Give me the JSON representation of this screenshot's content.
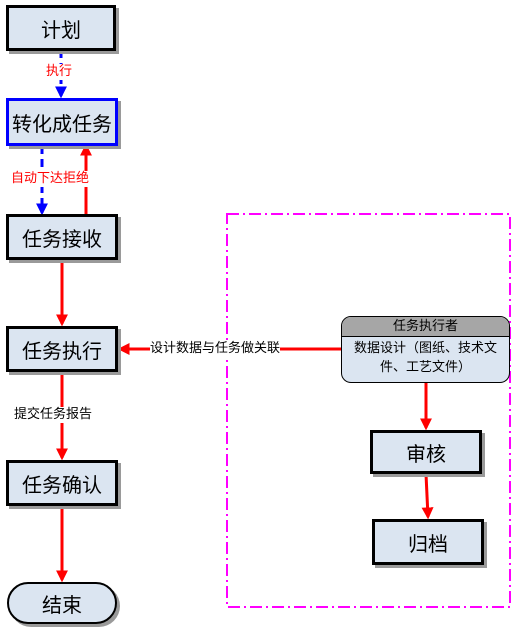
{
  "nodes": {
    "plan": "计划",
    "convert": "转化成任务",
    "receive": "任务接收",
    "execute": "任务执行",
    "confirm": "任务确认",
    "end": "结束",
    "review": "审核",
    "archive": "归档"
  },
  "edges": {
    "execute_label": "执行",
    "reject_label": "自动下达拒绝",
    "submit_label": "提交任务报告",
    "link_label": "设计数据与任务做关联"
  },
  "executor": {
    "title": "任务执行者",
    "content": "数据设计（图纸、技术文件、工艺文件）"
  },
  "colors": {
    "box_fill": "#dbe5f1",
    "blue_arrow": "#0000ff",
    "red_arrow": "#ff0000",
    "dashed_border": "#ff00ff"
  }
}
